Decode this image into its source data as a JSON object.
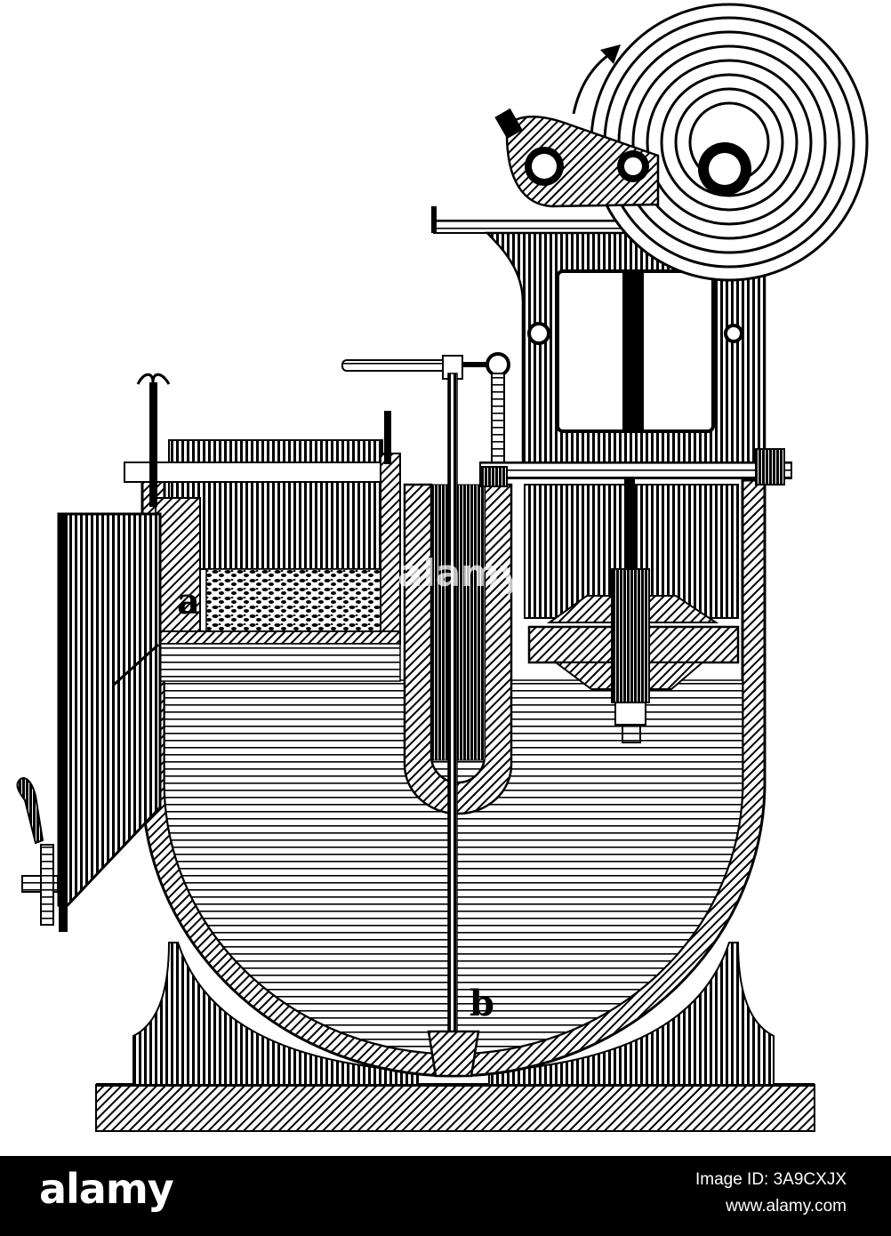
{
  "diagram": {
    "labels": {
      "a": "a",
      "b": "b"
    }
  },
  "watermark": {
    "text": "alamy"
  },
  "stock_bar": {
    "logo_text": "alamy",
    "image_id": "Image ID: 3A9CXJX",
    "url": "www.alamy.com"
  },
  "colors": {
    "ink": "#000000",
    "paper": "#ffffff"
  }
}
